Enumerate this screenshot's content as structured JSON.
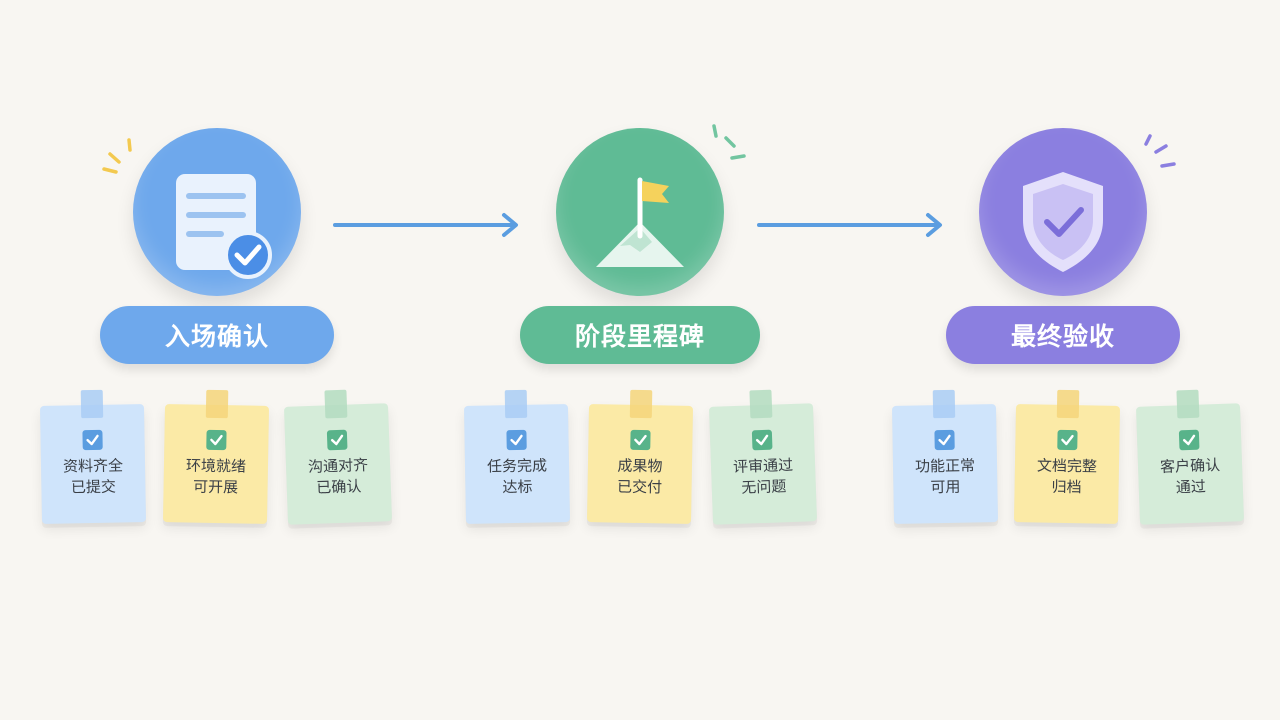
{
  "colors": {
    "background": "#f8f6f2",
    "stage1": "#6ea8ec",
    "stage2": "#5fbb95",
    "stage3": "#8b7fe0",
    "arrow": "#5b9de0"
  },
  "stages": [
    {
      "label": "入场确认",
      "icon": "document-check-icon",
      "notes": [
        {
          "line1": "资料齐全",
          "line2": "已提交"
        },
        {
          "line1": "环境就绪",
          "line2": "可开展"
        },
        {
          "line1": "沟通对齐",
          "line2": "已确认"
        }
      ]
    },
    {
      "label": "阶段里程碑",
      "icon": "mountain-flag-icon",
      "notes": [
        {
          "line1": "任务完成",
          "line2": "达标"
        },
        {
          "line1": "成果物",
          "line2": "已交付"
        },
        {
          "line1": "评审通过",
          "line2": "无问题"
        }
      ]
    },
    {
      "label": "最终验收",
      "icon": "shield-check-icon",
      "notes": [
        {
          "line1": "功能正常",
          "line2": "可用"
        },
        {
          "line1": "文档完整",
          "line2": "归档"
        },
        {
          "line1": "客户确认",
          "line2": "通过"
        }
      ]
    }
  ]
}
